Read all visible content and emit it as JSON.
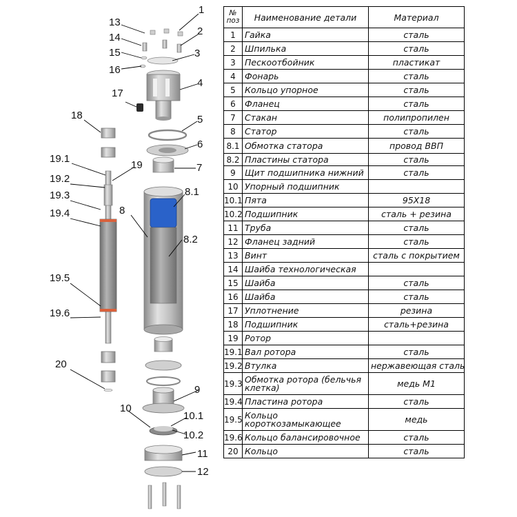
{
  "labels": {
    "l1": "1",
    "l2": "2",
    "l3": "3",
    "l4": "4",
    "l5": "5",
    "l6": "6",
    "l7": "7",
    "l8": "8",
    "l8_1": "8.1",
    "l8_2": "8.2",
    "l9": "9",
    "l10": "10",
    "l10_1": "10.1",
    "l10_2": "10.2",
    "l11": "11",
    "l12": "12",
    "l13": "13",
    "l14": "14",
    "l15": "15",
    "l16": "16",
    "l17": "17",
    "l18": "18",
    "l19": "19",
    "l19_1": "19.1",
    "l19_2": "19.2",
    "l19_3": "19.3",
    "l19_4": "19.4",
    "l19_5": "19.5",
    "l19_6": "19.6",
    "l20": "20"
  },
  "table": {
    "header": {
      "pos_line1": "№",
      "pos_line2": "поз",
      "name": "Наименование детали",
      "material": "Материал"
    },
    "rows": [
      {
        "pos": "1",
        "name": "Гайка",
        "material": "сталь"
      },
      {
        "pos": "2",
        "name": "Шпилька",
        "material": "сталь"
      },
      {
        "pos": "3",
        "name": "Пескоотбойник",
        "material": "пластикат"
      },
      {
        "pos": "4",
        "name": "Фонарь",
        "material": "сталь"
      },
      {
        "pos": "5",
        "name": "Кольцо упорное",
        "material": "сталь"
      },
      {
        "pos": "6",
        "name": "Фланец",
        "material": "сталь"
      },
      {
        "pos": "7",
        "name": "Стакан",
        "material": "полипропилен"
      },
      {
        "pos": "8",
        "name": "Статор",
        "material": "сталь"
      },
      {
        "pos": "8.1",
        "name": "Обмотка статора",
        "material": "провод ВВП"
      },
      {
        "pos": "8.2",
        "name": "Пластины статора",
        "material": "сталь"
      },
      {
        "pos": "9",
        "name": "Щит подшипника нижний",
        "material": "сталь"
      },
      {
        "pos": "10",
        "name": "Упорный подшипник",
        "material": ""
      },
      {
        "pos": "10.1",
        "name": "Пята",
        "material": "95Х18"
      },
      {
        "pos": "10.2",
        "name": "Подшипник",
        "material": "сталь + резина"
      },
      {
        "pos": "11",
        "name": "Труба",
        "material": "сталь"
      },
      {
        "pos": "12",
        "name": "Фланец задний",
        "material": "сталь"
      },
      {
        "pos": "13",
        "name": "Винт",
        "material": "сталь с покрытием"
      },
      {
        "pos": "14",
        "name": "Шайба технологическая",
        "material": ""
      },
      {
        "pos": "15",
        "name": "Шайба",
        "material": "сталь"
      },
      {
        "pos": "16",
        "name": "Шайба",
        "material": "сталь"
      },
      {
        "pos": "17",
        "name": "Уплотнение",
        "material": "резина"
      },
      {
        "pos": "18",
        "name": "Подшипник",
        "material": "сталь+резина"
      },
      {
        "pos": "19",
        "name": "Ротор",
        "material": ""
      },
      {
        "pos": "19.1",
        "name": "Вал ротора",
        "material": "сталь"
      },
      {
        "pos": "19.2",
        "name": "Втулка",
        "material": "нержавеющая сталь"
      },
      {
        "pos": "19.3",
        "name": "Обмотка ротора (бельчья клетка)",
        "material": "медь М1"
      },
      {
        "pos": "19.4",
        "name": "Пластина ротора",
        "material": "сталь"
      },
      {
        "pos": "19.5",
        "name": "Кольцо короткозамыкающее",
        "material": "медь"
      },
      {
        "pos": "19.6",
        "name": "Кольцо балансировочное",
        "material": "сталь"
      },
      {
        "pos": "20",
        "name": "Кольцо",
        "material": "сталь"
      }
    ]
  },
  "colors": {
    "metal": "#b9b9b9",
    "metal_dark": "#8e8e8e",
    "winding": "#2a62c9",
    "copper": "#d9613c"
  }
}
